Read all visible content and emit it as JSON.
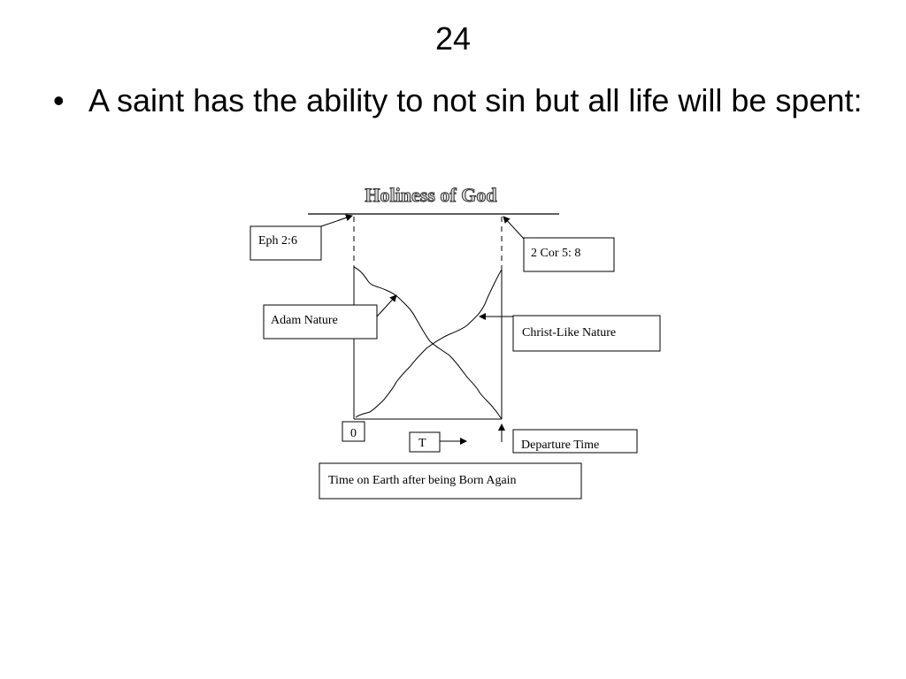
{
  "slide": {
    "title": "24",
    "bullet_marker": "•",
    "bullet_text": "A saint has the ability to not sin but all life will be spent:"
  },
  "diagram": {
    "heading": "Holiness of God",
    "labels": {
      "eph": "Eph 2:6",
      "cor": "2 Cor 5: 8",
      "adam": "Adam Nature",
      "christ": "Christ-Like Nature",
      "zero": "0",
      "t": "T",
      "departure": "Departure Time",
      "time_on_earth": "Time on Earth after being Born Again"
    }
  }
}
